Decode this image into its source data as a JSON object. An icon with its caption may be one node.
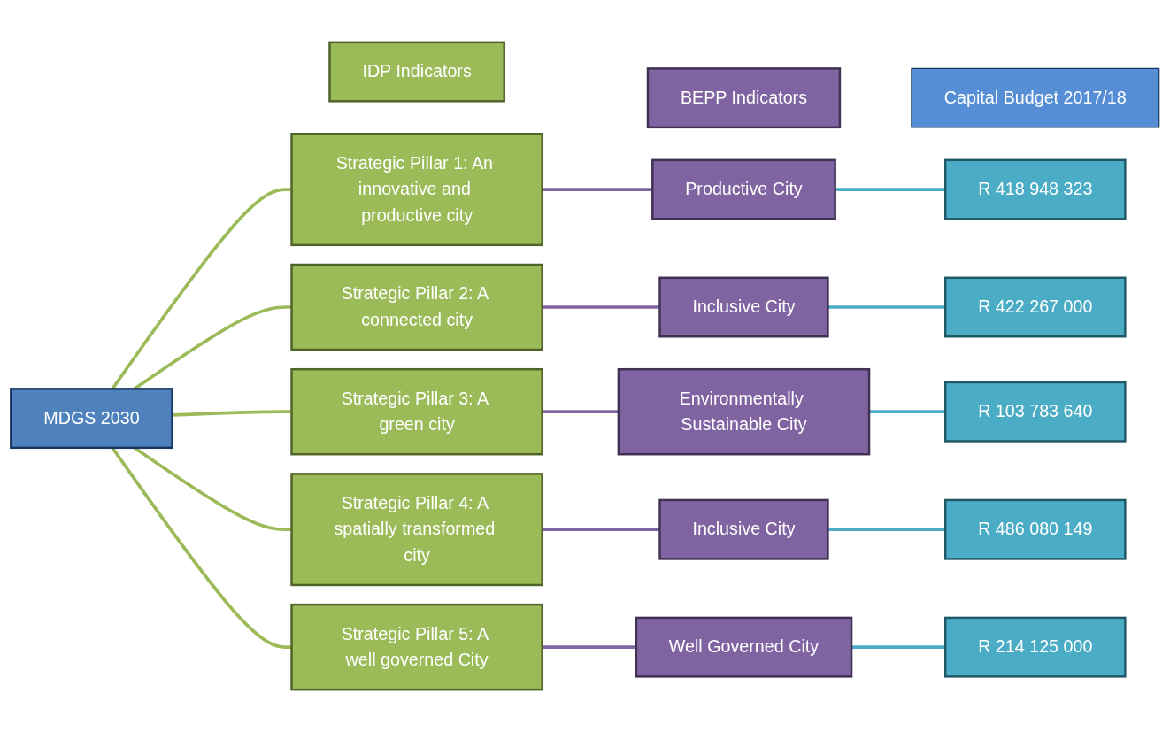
{
  "diagram": {
    "nodes": [
      {
        "text": [
          "IDP Indicators"
        ]
      },
      {
        "text": [
          "BEPP Indicators"
        ]
      },
      {
        "text": [
          "Capital Budget 2017/18"
        ]
      },
      {
        "text": [
          "MDGS 2030"
        ]
      },
      {
        "text": [
          "Strategic Pillar 1: An innovative and productive city"
        ]
      },
      {
        "text": [
          "Strategic Pillar 2: A connected city"
        ]
      },
      {
        "text": [
          "Strategic Pillar 3: A green city"
        ]
      },
      {
        "text": [
          "Strategic Pillar 4: A spatially transformed city"
        ]
      },
      {
        "text": [
          "Strategic Pillar 5: A well governed City"
        ]
      },
      {
        "text": [
          "Productive City"
        ]
      },
      {
        "text": [
          "Inclusive City"
        ]
      },
      {
        "text": [
          "Environmentally Sustainable City"
        ]
      },
      {
        "text": [
          "Inclusive City"
        ]
      },
      {
        "text": [
          "Well Governed City"
        ]
      },
      {
        "text": [
          "R 418 948 323"
        ]
      },
      {
        "text": [
          "R 422 267 000"
        ]
      },
      {
        "text": [
          "R 103 783 640"
        ]
      },
      {
        "text": [
          "R 486 080 149"
        ]
      },
      {
        "text": [
          "R 214 125 000"
        ]
      }
    ],
    "edges": [
      {
        "from": 3,
        "to": 4,
        "arrow": "none",
        "color": "#9bbb59"
      },
      {
        "from": 3,
        "to": 5,
        "arrow": "none",
        "color": "#9bbb59"
      },
      {
        "from": 3,
        "to": 6,
        "arrow": "none",
        "color": "#9bbb59"
      },
      {
        "from": 3,
        "to": 7,
        "arrow": "none",
        "color": "#9bbb59"
      },
      {
        "from": 3,
        "to": 8,
        "arrow": "none",
        "color": "#9bbb59"
      },
      {
        "from": 4,
        "to": 9,
        "arrow": "none",
        "color": "#8064a2"
      },
      {
        "from": 5,
        "to": 10,
        "arrow": "none",
        "color": "#8064a2"
      },
      {
        "from": 6,
        "to": 11,
        "arrow": "none",
        "color": "#8064a2"
      },
      {
        "from": 7,
        "to": 12,
        "arrow": "none",
        "color": "#8064a2"
      },
      {
        "from": 8,
        "to": 13,
        "arrow": "none",
        "color": "#8064a2"
      },
      {
        "from": 9,
        "to": 14,
        "arrow": "none",
        "color": "#4bacc6"
      },
      {
        "from": 10,
        "to": 15,
        "arrow": "none",
        "color": "#4bacc6"
      },
      {
        "from": 11,
        "to": 16,
        "arrow": "none",
        "color": "#4bacc6"
      },
      {
        "from": 12,
        "to": 17,
        "arrow": "none",
        "color": "#4bacc6"
      },
      {
        "from": 13,
        "to": 18,
        "arrow": "none",
        "color": "#4bacc6"
      }
    ]
  }
}
